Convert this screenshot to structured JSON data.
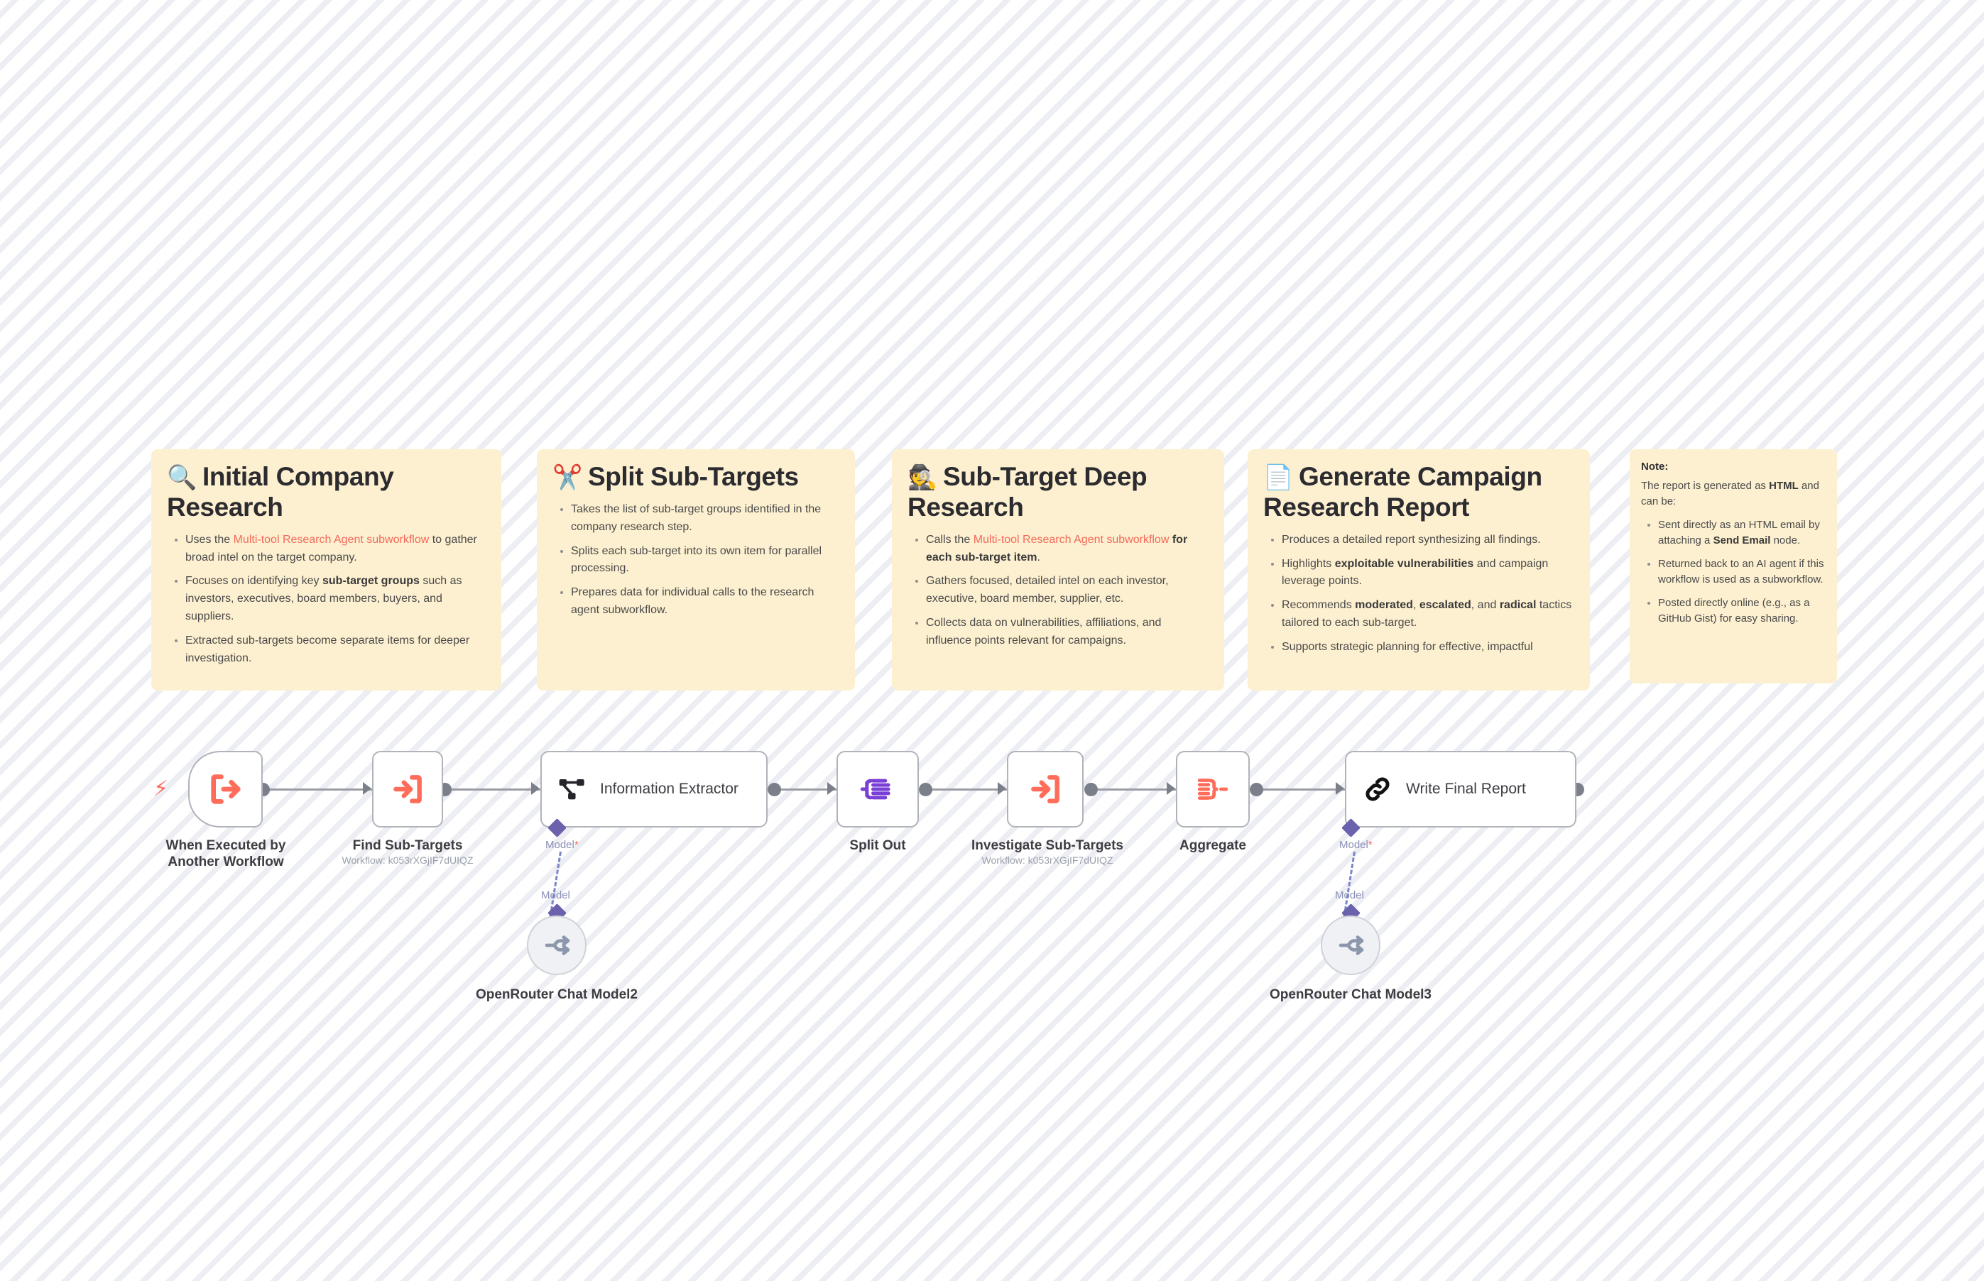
{
  "canvas": {
    "background_color": "#ffffff",
    "stripe_color": "#eceef4",
    "note_color": "#fdf0d0",
    "accent_color": "#ff6d5a",
    "link_color": "#f4695a"
  },
  "notes": [
    {
      "id": "initial-company-research",
      "emoji": "🔍",
      "emoji_name": "magnifying-glass-icon",
      "title": "Initial Company Research",
      "bullets": [
        [
          {
            "t": "Uses the "
          },
          {
            "t": "Multi-tool Research Agent subworkflow",
            "style": "link"
          },
          {
            "t": " to gather broad intel on the target company."
          }
        ],
        [
          {
            "t": "Focuses on identifying key "
          },
          {
            "t": "sub-target groups",
            "style": "bold"
          },
          {
            "t": " such as investors, executives, board members, buyers, and suppliers."
          }
        ],
        [
          {
            "t": "Extracted sub-targets become separate items for deeper investigation."
          }
        ]
      ]
    },
    {
      "id": "split-sub-targets",
      "emoji": "✂️",
      "emoji_name": "scissors-icon",
      "title": "Split Sub-Targets",
      "bullets": [
        [
          {
            "t": "Takes the list of sub-target groups identified in the company research step."
          }
        ],
        [
          {
            "t": "Splits each sub-target into its own item for parallel processing."
          }
        ],
        [
          {
            "t": "Prepares data for individual calls to the research agent subworkflow."
          }
        ]
      ]
    },
    {
      "id": "sub-target-deep-research",
      "emoji": "🕵️",
      "emoji_name": "detective-icon",
      "title": "Sub-Target Deep Research",
      "bullets": [
        [
          {
            "t": "Calls the "
          },
          {
            "t": "Multi-tool Research Agent subworkflow",
            "style": "link"
          },
          {
            "t": " "
          },
          {
            "t": "for each sub-target item",
            "style": "bold"
          },
          {
            "t": "."
          }
        ],
        [
          {
            "t": "Gathers focused, detailed intel on each investor, executive, board member, supplier, etc."
          }
        ],
        [
          {
            "t": "Collects data on vulnerabilities, affiliations, and influence points relevant for campaigns."
          }
        ]
      ]
    },
    {
      "id": "generate-campaign-research-report",
      "emoji": "📄",
      "emoji_name": "page-document-icon",
      "title": "Generate Campaign Research Report",
      "bullets": [
        [
          {
            "t": "Produces a detailed report synthesizing all findings."
          }
        ],
        [
          {
            "t": "Highlights "
          },
          {
            "t": "exploitable vulnerabilities",
            "style": "bold"
          },
          {
            "t": " and campaign leverage points."
          }
        ],
        [
          {
            "t": "Recommends "
          },
          {
            "t": "moderated",
            "style": "bold"
          },
          {
            "t": ", "
          },
          {
            "t": "escalated",
            "style": "bold"
          },
          {
            "t": ", and "
          },
          {
            "t": "radical",
            "style": "bold"
          },
          {
            "t": " tactics tailored to each sub-target."
          }
        ],
        [
          {
            "t": "Supports strategic planning for effective, impactful"
          }
        ]
      ]
    }
  ],
  "side_note": {
    "id": "report-output-note",
    "heading": "Note:",
    "intro": [
      {
        "t": "The report is generated as "
      },
      {
        "t": "HTML",
        "style": "bold"
      },
      {
        "t": " and can be:"
      }
    ],
    "bullets": [
      [
        {
          "t": "Sent directly as an HTML email by attaching a "
        },
        {
          "t": "Send Email",
          "style": "bold"
        },
        {
          "t": " node."
        }
      ],
      [
        {
          "t": "Returned back to an AI agent if this workflow is used as a subworkflow."
        }
      ],
      [
        {
          "t": "Posted directly online (e.g., as a GitHub Gist) for easy sharing."
        }
      ]
    ]
  },
  "workflow": {
    "nodes": [
      {
        "id": "when-executed-by-another-workflow",
        "caption": "When Executed by Another Workflow",
        "subcaption": "",
        "icon": "execute-workflow-trigger-icon",
        "inline_label": "",
        "shape": "trigger",
        "has_bolt": true
      },
      {
        "id": "find-sub-targets",
        "caption": "Find Sub-Targets",
        "subcaption": "Workflow: k053rXGjIF7dUIQZ",
        "icon": "execute-sub-workflow-icon",
        "inline_label": "",
        "shape": "square"
      },
      {
        "id": "information-extractor",
        "caption": "",
        "subcaption": "",
        "icon": "information-extractor-icon",
        "inline_label": "Information Extractor",
        "shape": "wide",
        "ai_port": {
          "label": "Model",
          "required": true
        }
      },
      {
        "id": "split-out",
        "caption": "Split Out",
        "subcaption": "",
        "icon": "split-out-icon",
        "inline_label": "",
        "shape": "square"
      },
      {
        "id": "investigate-sub-targets",
        "caption": "Investigate Sub-Targets",
        "subcaption": "Workflow: k053rXGjIF7dUIQZ",
        "icon": "execute-sub-workflow-icon",
        "inline_label": "",
        "shape": "square"
      },
      {
        "id": "aggregate",
        "caption": "Aggregate",
        "subcaption": "",
        "icon": "aggregate-icon",
        "inline_label": "",
        "shape": "square"
      },
      {
        "id": "write-final-report",
        "caption": "",
        "subcaption": "",
        "icon": "basic-llm-chain-icon",
        "inline_label": "Write Final Report",
        "shape": "wide",
        "ai_port": {
          "label": "Model",
          "required": true
        }
      }
    ],
    "ai_sub_nodes": [
      {
        "id": "openrouter-chat-model-2",
        "caption": "OpenRouter Chat Model2",
        "icon": "openrouter-icon",
        "port_label": "Model"
      },
      {
        "id": "openrouter-chat-model-3",
        "caption": "OpenRouter Chat Model3",
        "icon": "openrouter-icon",
        "port_label": "Model"
      }
    ]
  }
}
